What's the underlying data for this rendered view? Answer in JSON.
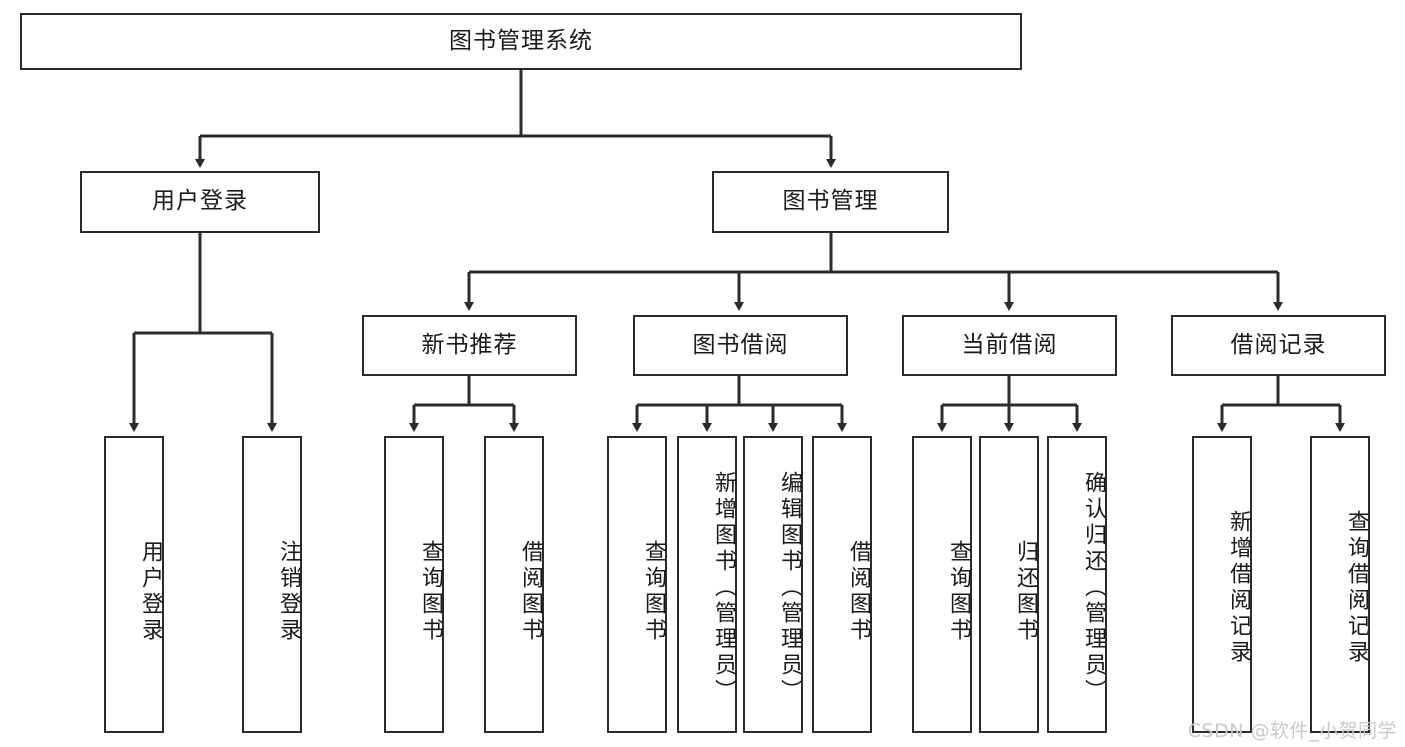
{
  "diagram": {
    "type": "tree",
    "title": "图书管理系统",
    "root": {
      "id": "root",
      "label": "图书管理系统"
    },
    "level2": [
      {
        "id": "user-login",
        "label": "用户登录"
      },
      {
        "id": "book-manage",
        "label": "图书管理"
      }
    ],
    "level3": [
      {
        "id": "new-book-rec",
        "label": "新书推荐",
        "parent": "book-manage"
      },
      {
        "id": "book-borrow",
        "label": "图书借阅",
        "parent": "book-manage"
      },
      {
        "id": "current-borrow",
        "label": "当前借阅",
        "parent": "book-manage"
      },
      {
        "id": "borrow-record",
        "label": "借阅记录",
        "parent": "book-manage"
      }
    ],
    "leaves": [
      {
        "id": "leaf-user-login",
        "label": "用户登录",
        "parent": "user-login"
      },
      {
        "id": "leaf-logout-login",
        "label": "注销登录",
        "parent": "user-login"
      },
      {
        "id": "leaf-query-book-1",
        "label": "查询图书",
        "parent": "new-book-rec"
      },
      {
        "id": "leaf-borrow-book-1",
        "label": "借阅图书",
        "parent": "new-book-rec"
      },
      {
        "id": "leaf-query-book-2",
        "label": "查询图书",
        "parent": "book-borrow"
      },
      {
        "id": "leaf-add-book",
        "label": "新增图书（管理员）",
        "parent": "book-borrow"
      },
      {
        "id": "leaf-edit-book",
        "label": "编辑图书（管理员）",
        "parent": "book-borrow"
      },
      {
        "id": "leaf-borrow-book-2",
        "label": "借阅图书",
        "parent": "book-borrow"
      },
      {
        "id": "leaf-query-book-3",
        "label": "查询图书",
        "parent": "current-borrow"
      },
      {
        "id": "leaf-return-book",
        "label": "归还图书",
        "parent": "current-borrow"
      },
      {
        "id": "leaf-confirm-return",
        "label": "确认归还（管理员）",
        "parent": "current-borrow"
      },
      {
        "id": "leaf-add-record",
        "label": "新增借阅记录",
        "parent": "borrow-record"
      },
      {
        "id": "leaf-query-record",
        "label": "查询借阅记录",
        "parent": "borrow-record"
      }
    ],
    "colors": {
      "stroke": "#2b2b2b",
      "box_fill": "#ffffff",
      "text": "#1a1a1a",
      "background": "#ffffff",
      "watermark": "#c9c9c9"
    }
  },
  "watermark": {
    "text": "CSDN @软件_小贺同学"
  }
}
